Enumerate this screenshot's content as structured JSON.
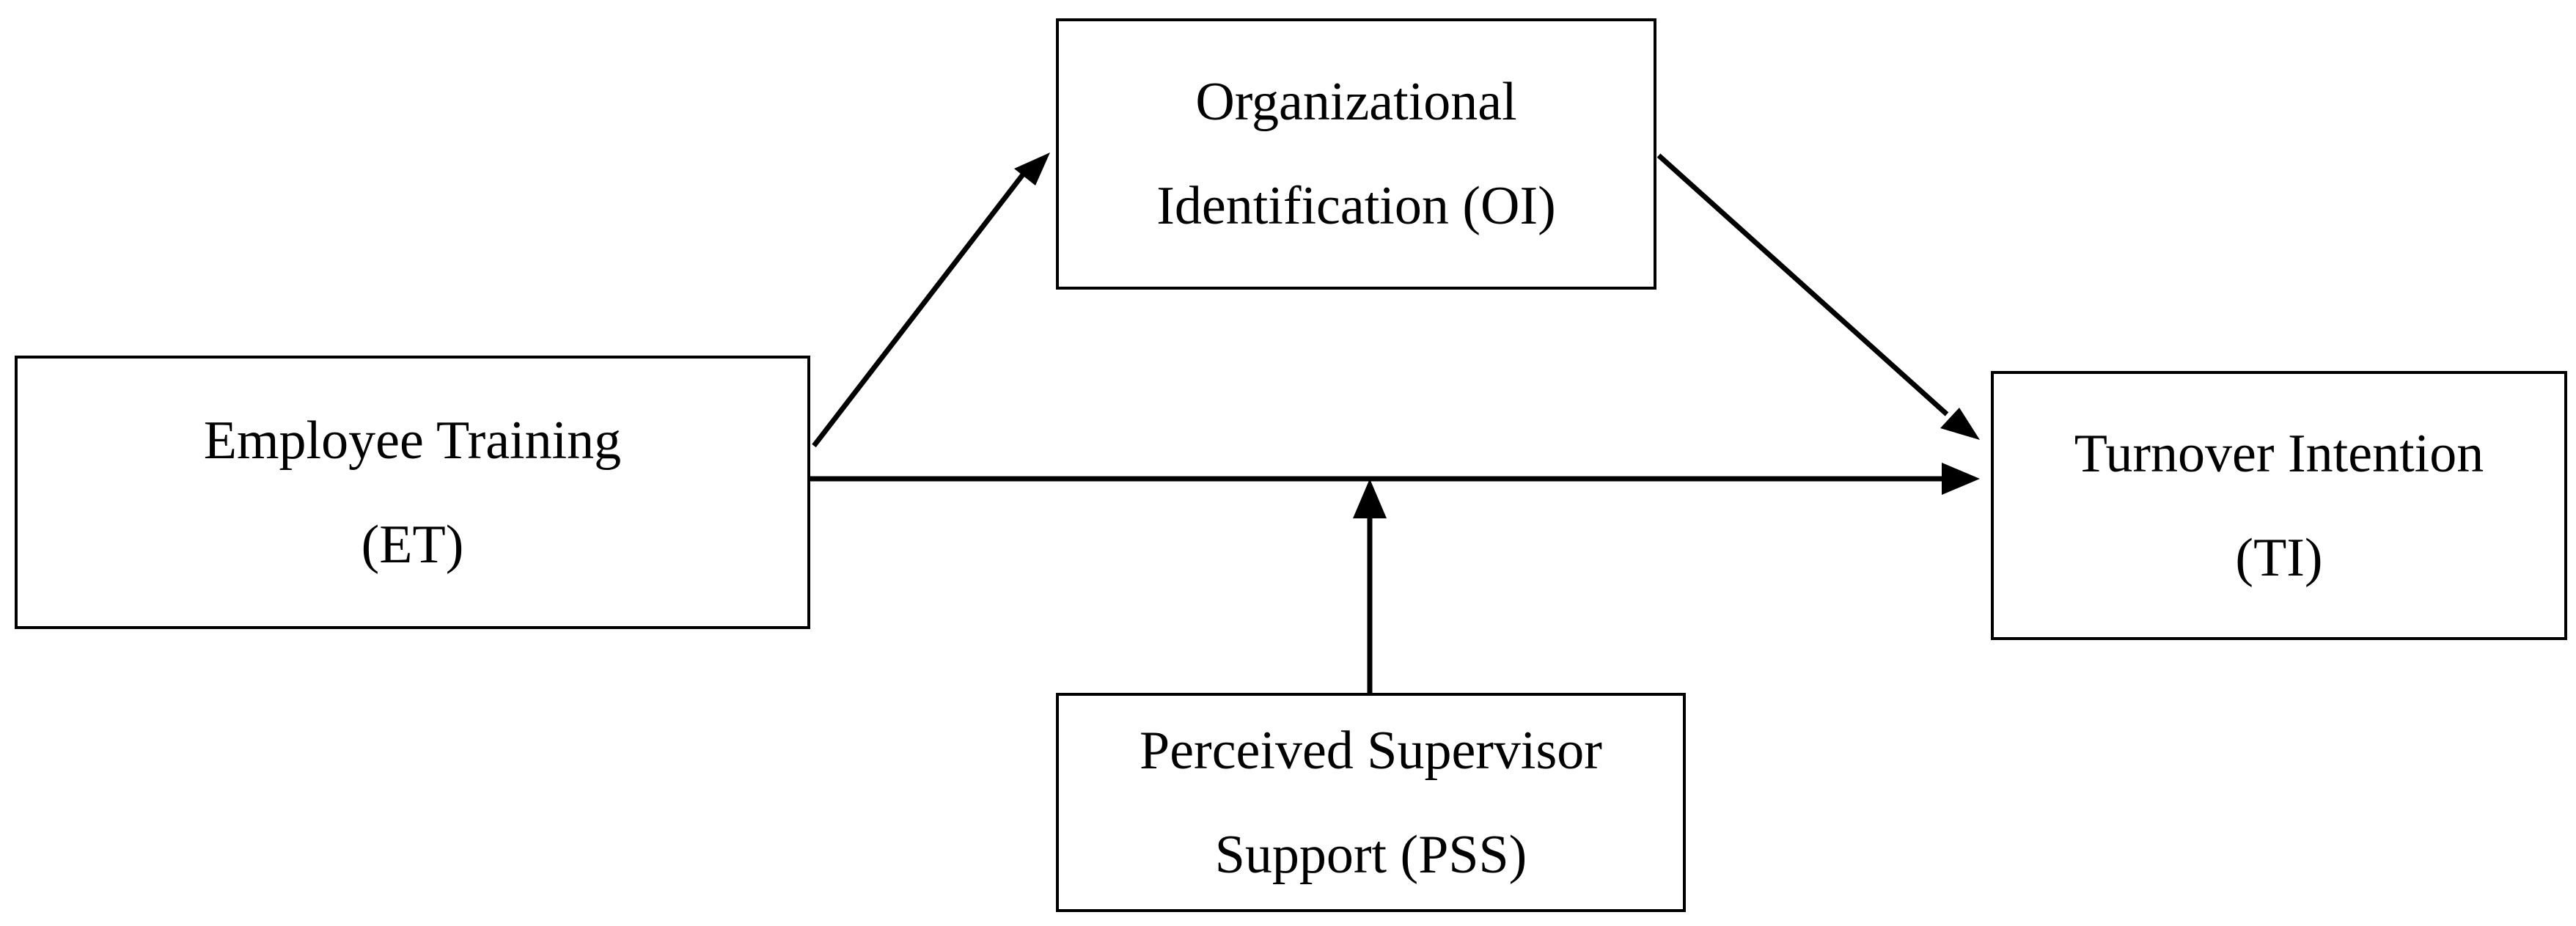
{
  "diagram": {
    "nodes": {
      "oi": {
        "line1": "Organizational",
        "line2": "Identification (OI)"
      },
      "et": {
        "line1": "Employee Training",
        "line2": "(ET)"
      },
      "ti": {
        "line1": "Turnover Intention",
        "line2": "(TI)"
      },
      "pss": {
        "line1": "Perceived Supervisor",
        "line2": "Support (PSS)"
      }
    },
    "edges": [
      {
        "from": "Employee Training (ET)",
        "to": "Organizational Identification (OI)"
      },
      {
        "from": "Organizational Identification (OI)",
        "to": "Turnover Intention (TI)"
      },
      {
        "from": "Employee Training (ET)",
        "to": "Turnover Intention (TI)"
      },
      {
        "from": "Perceived Supervisor Support (PSS)",
        "to": "ET → TI path"
      }
    ],
    "colors": {
      "stroke": "#000000",
      "background": "#ffffff"
    }
  }
}
